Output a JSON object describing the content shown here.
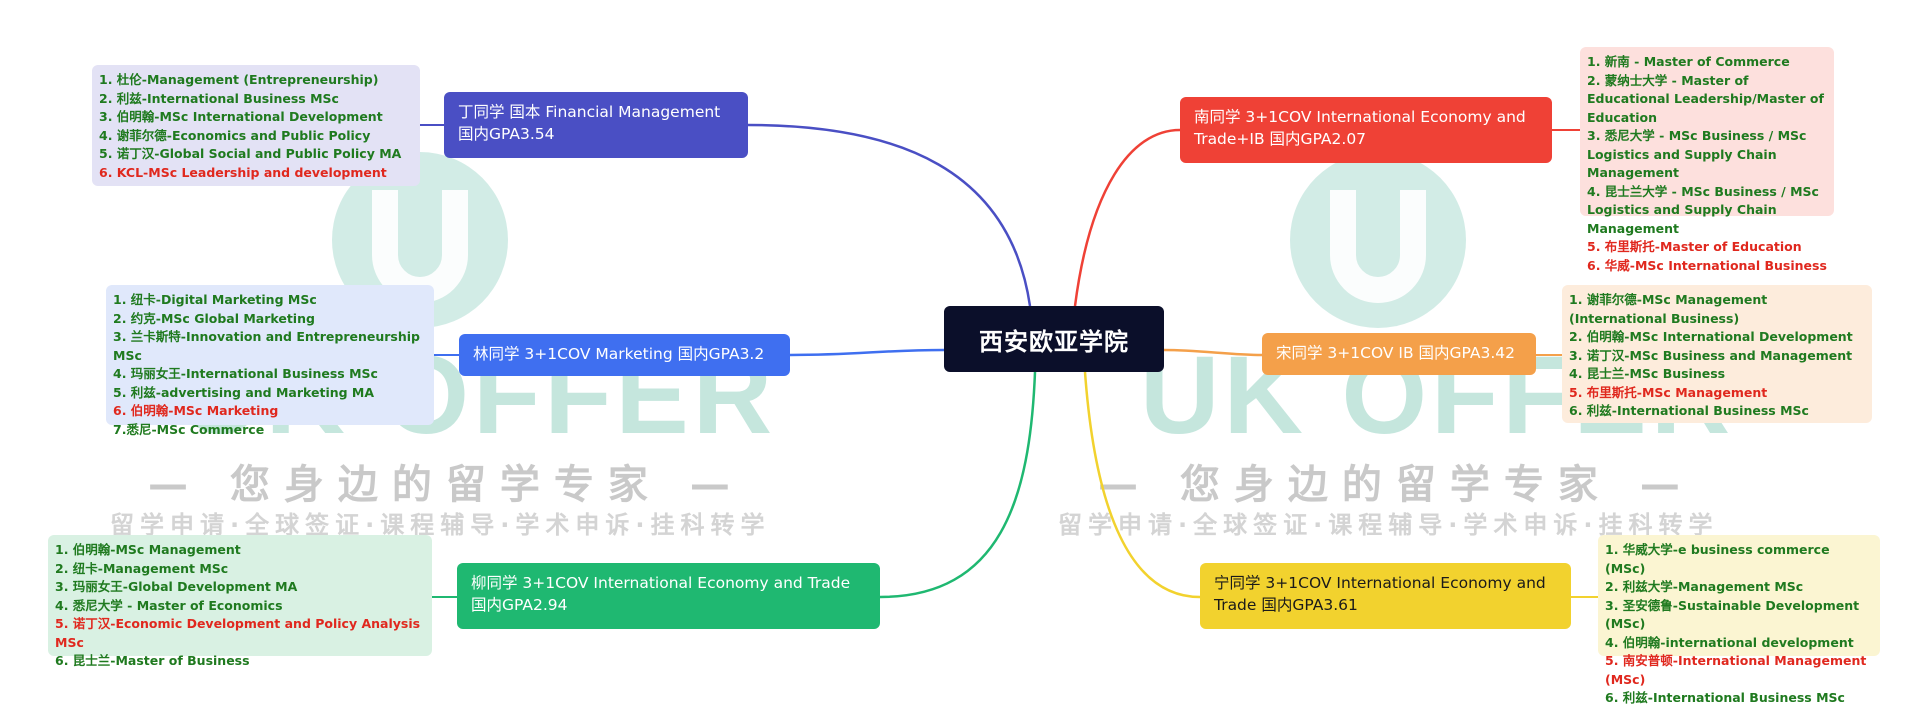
{
  "center": {
    "label": "西安欧亚学院"
  },
  "watermark": {
    "brand": "UK OFFER",
    "slogan": "— 您身边的留学专家 —",
    "services": "留学申请·全球签证·课程辅导·学术申诉·挂科转学"
  },
  "colors": {
    "center": "#0b0f2a",
    "green_text": "#1f7a1f",
    "red_text": "#e0281e"
  },
  "branches": [
    {
      "id": "ding",
      "label": "丁同学 国本 Financial Management 国内GPA3.54",
      "color": "#4a4fc4",
      "list_bg": "#e3e2f5",
      "items": [
        {
          "text": "1. 杜伦-Management (Entrepreneurship)",
          "red": false
        },
        {
          "text": "2. 利兹-International Business MSc",
          "red": false
        },
        {
          "text": "3. 伯明翰-MSc International Development",
          "red": false
        },
        {
          "text": "4. 谢菲尔德-Economics and Public Policy",
          "red": false
        },
        {
          "text": "5. 诺丁汉-Global Social and Public Policy MA",
          "red": false
        },
        {
          "text": "6. KCL-MSc Leadership and development",
          "red": true
        }
      ]
    },
    {
      "id": "lin",
      "label": "林同学 3+1COV Marketing 国内GPA3.2",
      "color": "#3f6ff0",
      "list_bg": "#e0e8fb",
      "items": [
        {
          "text": "1. 纽卡-Digital Marketing MSc",
          "red": false
        },
        {
          "text": "2. 约克-MSc Global Marketing",
          "red": false
        },
        {
          "text": "3. 兰卡斯特-Innovation and Entrepreneurship MSc",
          "red": false
        },
        {
          "text": "4. 玛丽女王-International Business MSc",
          "red": false
        },
        {
          "text": "5. 利兹-advertising and Marketing MA",
          "red": false
        },
        {
          "text": "6. 伯明翰-MSc Marketing",
          "red": true
        },
        {
          "text": "7.悉尼-MSc Commerce",
          "red": false
        }
      ]
    },
    {
      "id": "liu",
      "label": "柳同学 3+1COV International Economy and Trade 国内GPA2.94",
      "color": "#1fb871",
      "list_bg": "#d9f1e3",
      "items": [
        {
          "text": "1. 伯明翰-MSc Management",
          "red": false
        },
        {
          "text": "2. 纽卡-Management MSc",
          "red": false
        },
        {
          "text": "3. 玛丽女王-Global Development MA",
          "red": false
        },
        {
          "text": "4. 悉尼大学 - Master of Economics",
          "red": false
        },
        {
          "text": "5. 诺丁汉-Economic Development and Policy Analysis MSc",
          "red": true
        },
        {
          "text": "6. 昆士兰-Master of Business",
          "red": false
        }
      ]
    },
    {
      "id": "nan",
      "label": "南同学 3+1COV International Economy and Trade+IB 国内GPA2.07",
      "color": "#ef4136",
      "list_bg": "#fde0dd",
      "items": [
        {
          "text": "1. 新南 - Master of Commerce",
          "red": false
        },
        {
          "text": "2. 蒙纳士大学 - Master of Educational Leadership/Master of Education",
          "red": false
        },
        {
          "text": "3. 悉尼大学 - MSc Business / MSc Logistics and Supply Chain Management",
          "red": false
        },
        {
          "text": "4. 昆士兰大学 - MSc Business / MSc Logistics and Supply Chain Management",
          "red": false
        },
        {
          "text": "5. 布里斯托-Master of Education",
          "red": true
        },
        {
          "text": "6. 华威-MSc International Business",
          "red": true
        }
      ]
    },
    {
      "id": "song",
      "label": "宋同学 3+1COV IB 国内GPA3.42",
      "color": "#f4a04a",
      "list_bg": "#fdecdc",
      "items": [
        {
          "text": "1. 谢菲尔德-MSc Management (International Business)",
          "red": false
        },
        {
          "text": "2. 伯明翰-MSc International Development",
          "red": false
        },
        {
          "text": "3. 诺丁汉-MSc Business and Management",
          "red": false
        },
        {
          "text": "4. 昆士兰-MSc Business",
          "red": false
        },
        {
          "text": "5. 布里斯托-MSc Management",
          "red": true
        },
        {
          "text": "6. 利兹-International Business MSc",
          "red": false
        }
      ]
    },
    {
      "id": "ning",
      "label": "宁同学 3+1COV International Economy and Trade 国内GPA3.61",
      "color": "#f2d22e",
      "list_bg": "#fbf5d2",
      "items": [
        {
          "text": "1. 华威大学-e business commerce (MSc)",
          "red": false
        },
        {
          "text": "2. 利兹大学-Management MSc",
          "red": false
        },
        {
          "text": "3. 圣安德鲁-Sustainable Development (MSc)",
          "red": false
        },
        {
          "text": "4. 伯明翰-international development",
          "red": false
        },
        {
          "text": "5. 南安普顿-International Management (MSc)",
          "red": true
        },
        {
          "text": "6. 利兹-International Business MSc",
          "red": false
        }
      ]
    }
  ]
}
